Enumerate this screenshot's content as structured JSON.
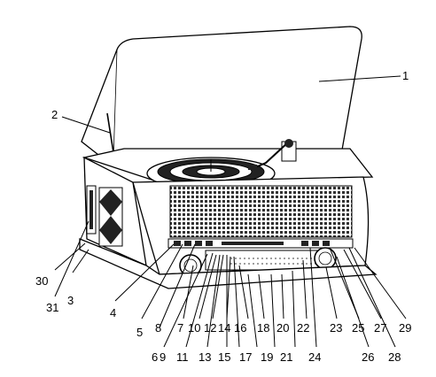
{
  "diagram": {
    "callouts": [
      {
        "id": "1",
        "label": "1"
      },
      {
        "id": "2",
        "label": "2"
      },
      {
        "id": "3",
        "label": "3"
      },
      {
        "id": "4",
        "label": "4"
      },
      {
        "id": "5",
        "label": "5"
      },
      {
        "id": "6",
        "label": "6"
      },
      {
        "id": "7",
        "label": "7"
      },
      {
        "id": "8",
        "label": "8"
      },
      {
        "id": "9",
        "label": "9"
      },
      {
        "id": "10",
        "label": "10"
      },
      {
        "id": "11",
        "label": "11"
      },
      {
        "id": "12",
        "label": "12"
      },
      {
        "id": "13",
        "label": "13"
      },
      {
        "id": "14",
        "label": "14"
      },
      {
        "id": "15",
        "label": "15"
      },
      {
        "id": "16",
        "label": "16"
      },
      {
        "id": "17",
        "label": "17"
      },
      {
        "id": "18",
        "label": "18"
      },
      {
        "id": "19",
        "label": "19"
      },
      {
        "id": "20",
        "label": "20"
      },
      {
        "id": "21",
        "label": "21"
      },
      {
        "id": "22",
        "label": "22"
      },
      {
        "id": "23",
        "label": "23"
      },
      {
        "id": "24",
        "label": "24"
      },
      {
        "id": "25",
        "label": "25"
      },
      {
        "id": "26",
        "label": "26"
      },
      {
        "id": "27",
        "label": "27"
      },
      {
        "id": "28",
        "label": "28"
      },
      {
        "id": "29",
        "label": "29"
      },
      {
        "id": "30",
        "label": "30"
      },
      {
        "id": "31",
        "label": "31"
      }
    ]
  }
}
